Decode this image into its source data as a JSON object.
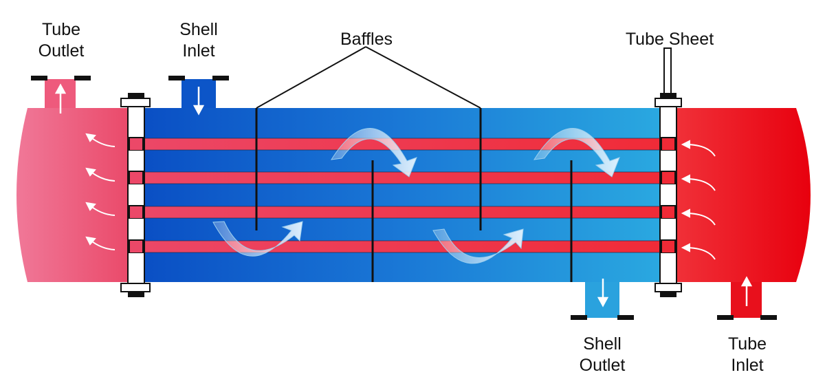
{
  "labels": {
    "tube_outlet": [
      "Tube",
      "Outlet"
    ],
    "shell_inlet": [
      "Shell",
      "Inlet"
    ],
    "baffles": "Baffles",
    "tube_sheet": "Tube Sheet",
    "shell_outlet": [
      "Shell",
      "Outlet"
    ],
    "tube_inlet": [
      "Tube",
      "Inlet"
    ]
  },
  "colors": {
    "hot_fluid": "#ee1c25",
    "cooled_fluid": "#ef6a8c",
    "shell_fluid_dark": "#0a4fc4",
    "shell_fluid_light": "#2aa8e0",
    "flange": "#111111",
    "flow_arrow": "#ffffff"
  },
  "icons": {
    "flow_direction": "arrow-icon",
    "shell_flow": "curved-arrow-icon"
  }
}
